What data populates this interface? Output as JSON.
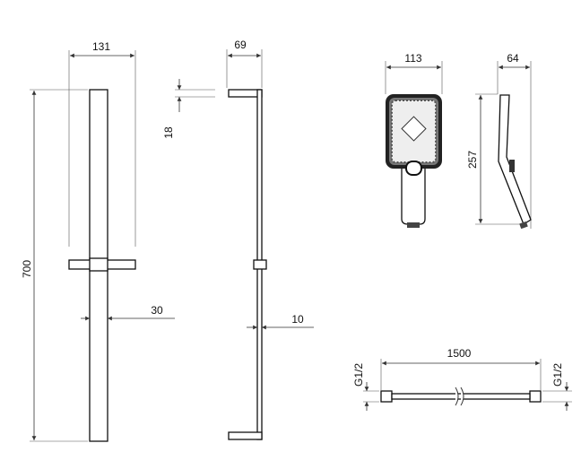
{
  "rail_front": {
    "width": "131",
    "height": "700",
    "depth_offset": "30"
  },
  "rail_side": {
    "depth": "69",
    "cap_thickness": "18",
    "offset": "10"
  },
  "hand_shower_front": {
    "width": "113"
  },
  "hand_shower_side": {
    "depth": "64",
    "length": "257"
  },
  "hose": {
    "length": "1500",
    "thread_left": "G1/2",
    "thread_right": "G1/2"
  }
}
